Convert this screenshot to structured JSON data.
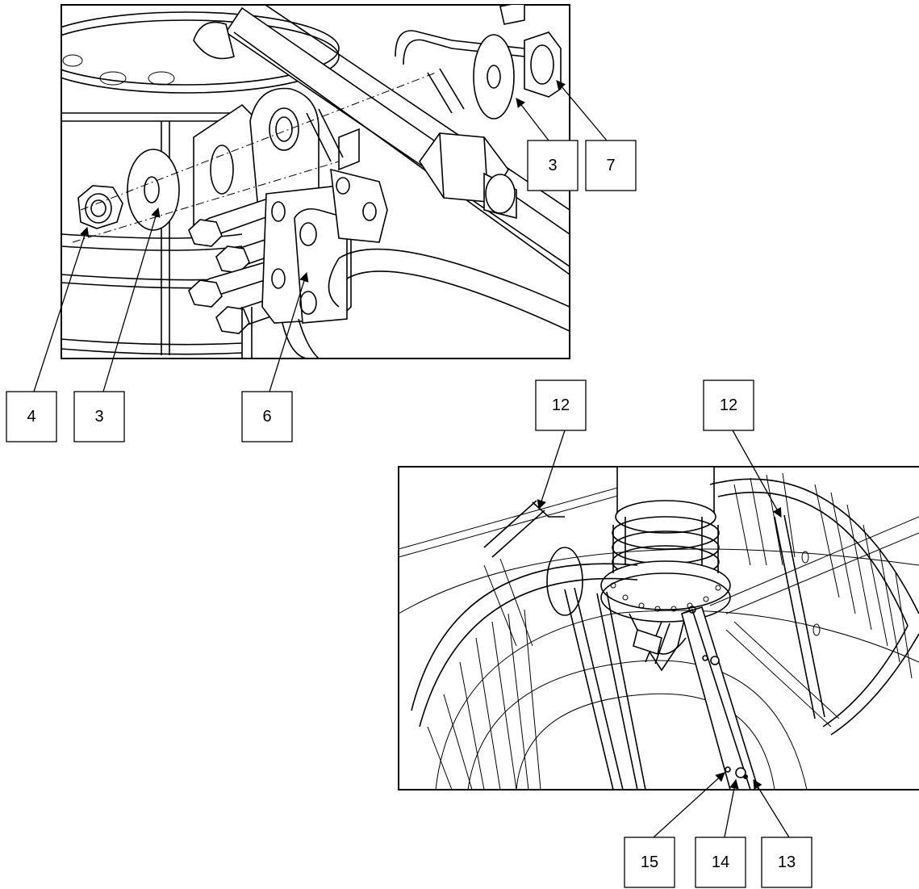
{
  "colors": {
    "line": "#000000",
    "background": "#ffffff"
  },
  "views": {
    "top": {
      "callouts": [
        {
          "id": "washer-3-right",
          "label": "3"
        },
        {
          "id": "nut-7",
          "label": "7"
        },
        {
          "id": "nut-4",
          "label": "4"
        },
        {
          "id": "washer-3-left",
          "label": "3"
        },
        {
          "id": "bracket-6",
          "label": "6"
        }
      ]
    },
    "bottom": {
      "callouts": [
        {
          "id": "guard-12-left",
          "label": "12"
        },
        {
          "id": "guard-12-right",
          "label": "12"
        },
        {
          "id": "part-15",
          "label": "15"
        },
        {
          "id": "part-14",
          "label": "14"
        },
        {
          "id": "part-13",
          "label": "13"
        }
      ]
    }
  }
}
